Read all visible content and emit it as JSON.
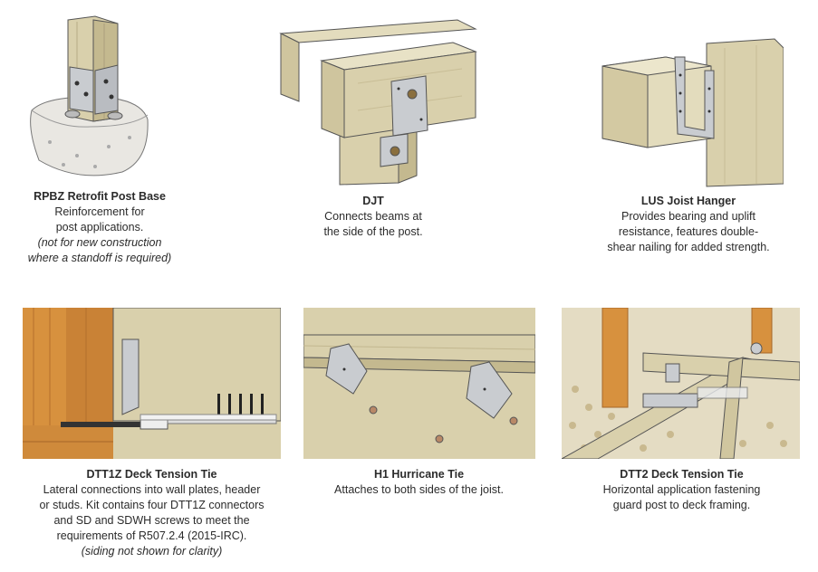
{
  "products": [
    {
      "name": "RPBZ Retrofit Post Base",
      "lines": [
        "Reinforcement for",
        "post applications."
      ],
      "notes": [
        "(not for new construction",
        "where a standoff is required)"
      ]
    },
    {
      "name": "DJT",
      "lines": [
        "Connects beams at",
        "the side of the post."
      ],
      "notes": []
    },
    {
      "name": "LUS Joist Hanger",
      "lines": [
        "Provides bearing and uplift",
        "resistance, features double-",
        "shear nailing for added strength."
      ],
      "notes": []
    },
    {
      "name": "DTT1Z Deck Tension Tie",
      "lines": [
        "Lateral connections into wall plates, header",
        "or studs. Kit contains four DTT1Z connectors",
        "and SD and SDWH screws to meet the",
        "requirements of R507.2.4 (2015-IRC)."
      ],
      "notes": [
        "(siding not shown for clarity)"
      ]
    },
    {
      "name": "H1 Hurricane Tie",
      "lines": [
        "Attaches to both sides of the joist."
      ],
      "notes": []
    },
    {
      "name": "DTT2 Deck Tension Tie",
      "lines": [
        "Horizontal application fastening",
        "guard post to deck framing."
      ],
      "notes": []
    }
  ],
  "colors": {
    "wood": "#d9d0ac",
    "wood_dark": "#bfb48c",
    "metal": "#c9ccd0",
    "orange_wood": "#d7913e",
    "text": "#2b2b2b"
  }
}
